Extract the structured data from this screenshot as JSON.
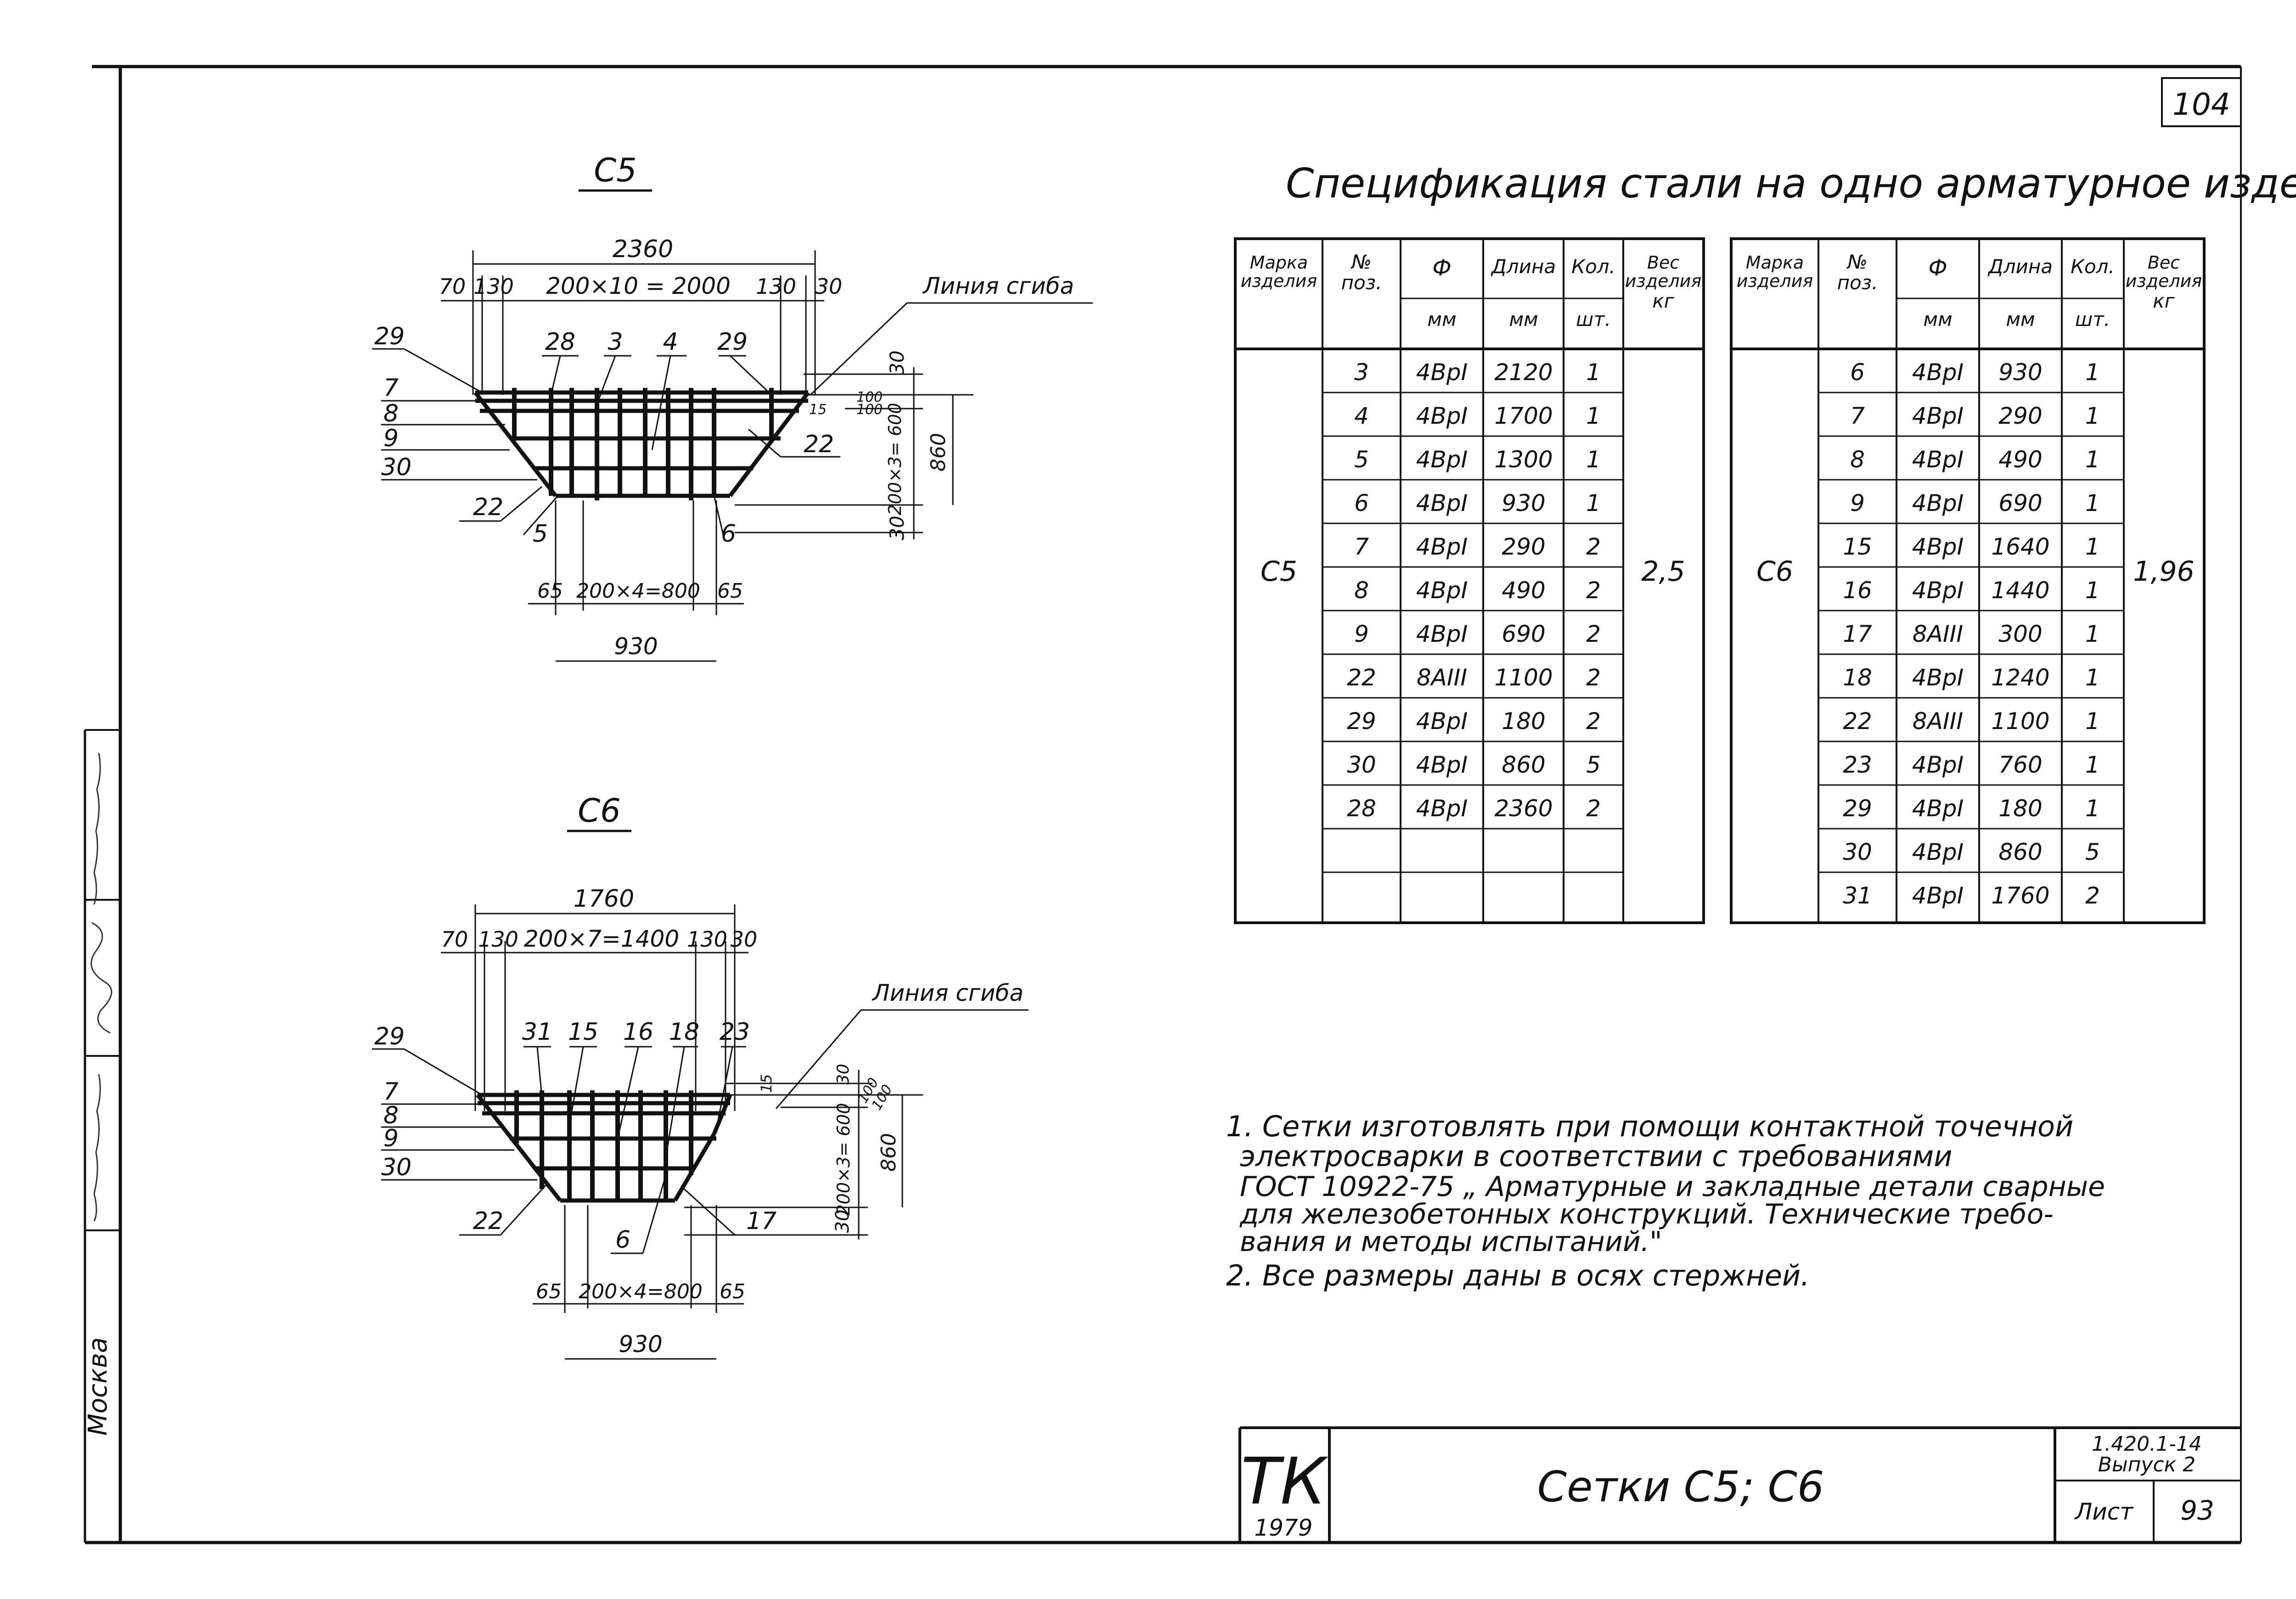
{
  "sheet": {
    "page_number": "104",
    "side_stamp": "Москва",
    "spec_title": "Спецификация стали на одно арматурное изделие"
  },
  "drawings": {
    "c5": {
      "title": "С5",
      "bend_label": "Линия сгиба",
      "overall": "2360",
      "top_dims": [
        "70",
        "130",
        "200×10 = 2000",
        "130",
        "30"
      ],
      "top_pos": [
        "28",
        "3",
        "4",
        "29"
      ],
      "left_pos": [
        "29",
        "7",
        "8",
        "9",
        "30",
        "22"
      ],
      "bottom_pos": [
        "5",
        "6"
      ],
      "right_pos": "22",
      "small_dims": [
        "15",
        "100",
        "100"
      ],
      "right_dims": [
        "30",
        "200×3= 600",
        "860",
        "30"
      ],
      "bottom_dims": [
        "65",
        "200×4=800",
        "65"
      ],
      "bottom_total": "930"
    },
    "c6": {
      "title": "С6",
      "bend_label": "Линия сгиба",
      "overall": "1760",
      "top_dims": [
        "70",
        "130",
        "200×7=1400",
        "130",
        "30"
      ],
      "top_pos": [
        "31",
        "15",
        "16",
        "18",
        "23"
      ],
      "left_pos": [
        "29",
        "7",
        "8",
        "9",
        "30",
        "22"
      ],
      "bottom_pos": [
        "6",
        "17"
      ],
      "small_dims": [
        "15",
        "30",
        "100",
        "100"
      ],
      "right_dims": [
        "200×3= 600",
        "860",
        "30"
      ],
      "bottom_dims": [
        "65",
        "200×4=800",
        "65"
      ],
      "bottom_total": "930"
    }
  },
  "table_c5": {
    "headers": [
      "Марка изделия",
      "№ поз.",
      "Ф",
      "Длина",
      "Кол.",
      "Вес изделия"
    ],
    "units": [
      "мм",
      "мм",
      "шт.",
      "кг"
    ],
    "mark": "С5",
    "weight": "2,5",
    "rows": [
      [
        "3",
        "4ВрI",
        "2120",
        "1"
      ],
      [
        "4",
        "4ВрI",
        "1700",
        "1"
      ],
      [
        "5",
        "4ВрI",
        "1300",
        "1"
      ],
      [
        "6",
        "4ВрI",
        "930",
        "1"
      ],
      [
        "7",
        "4ВрI",
        "290",
        "2"
      ],
      [
        "8",
        "4ВрI",
        "490",
        "2"
      ],
      [
        "9",
        "4ВрI",
        "690",
        "2"
      ],
      [
        "22",
        "8АIII",
        "1100",
        "2"
      ],
      [
        "29",
        "4ВрI",
        "180",
        "2"
      ],
      [
        "30",
        "4ВрI",
        "860",
        "5"
      ],
      [
        "28",
        "4ВрI",
        "2360",
        "2"
      ],
      [
        "",
        "",
        "",
        ""
      ],
      [
        "",
        "",
        "",
        ""
      ]
    ]
  },
  "table_c6": {
    "headers": [
      "Марка изделия",
      "№ поз.",
      "Ф",
      "Длина",
      "Кол.",
      "Вес изделия"
    ],
    "units": [
      "мм",
      "мм",
      "шт.",
      "кг"
    ],
    "mark": "С6",
    "weight": "1,96",
    "rows": [
      [
        "6",
        "4ВрI",
        "930",
        "1"
      ],
      [
        "7",
        "4ВрI",
        "290",
        "1"
      ],
      [
        "8",
        "4ВрI",
        "490",
        "1"
      ],
      [
        "9",
        "4ВрI",
        "690",
        "1"
      ],
      [
        "15",
        "4ВрI",
        "1640",
        "1"
      ],
      [
        "16",
        "4ВрI",
        "1440",
        "1"
      ],
      [
        "17",
        "8АIII",
        "300",
        "1"
      ],
      [
        "18",
        "4ВрI",
        "1240",
        "1"
      ],
      [
        "22",
        "8АIII",
        "1100",
        "1"
      ],
      [
        "23",
        "4ВрI",
        "760",
        "1"
      ],
      [
        "29",
        "4ВрI",
        "180",
        "1"
      ],
      [
        "30",
        "4ВрI",
        "860",
        "5"
      ],
      [
        "31",
        "4ВрI",
        "1760",
        "2"
      ]
    ]
  },
  "notes": [
    "1. Сетки изготовлять при помощи контактной точечной",
    "электросварки в соответствии с требованиями",
    "ГОСТ 10922-75 „ Арматурные и закладные детали сварные",
    "для железобетонных конструкций. Технические требо-",
    "вания и методы испытаний.\"",
    "2. Все размеры даны в осях стержней."
  ],
  "title_block": {
    "logo": "ТК",
    "year": "1979",
    "title": "Сетки С5; С6",
    "series": "1.420.1-14",
    "issue": "Выпуск 2",
    "sheet_label": "Лист",
    "sheet_number": "93"
  }
}
